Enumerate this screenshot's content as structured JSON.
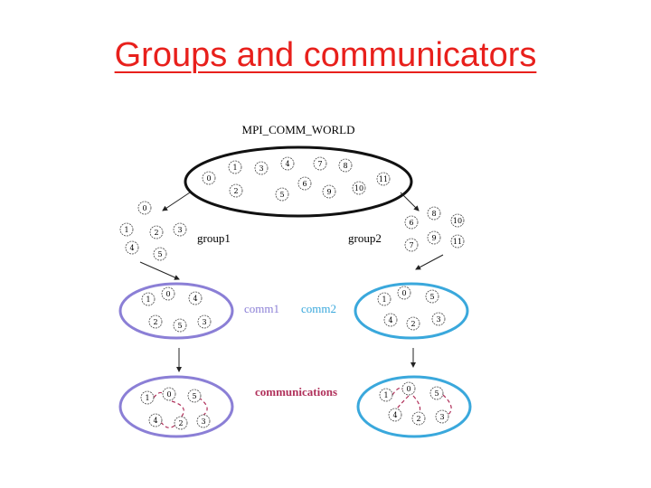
{
  "title": "Groups and communicators",
  "labels": {
    "world": "MPI_COMM_WORLD",
    "group1": "group1",
    "group2": "group2",
    "comm1": "comm1",
    "comm2": "comm2",
    "communications": "communications"
  },
  "colors": {
    "title": "#e8201c",
    "comm1": "#8b7fd6",
    "comm2": "#3aa8dc",
    "arc": "#b0305a"
  },
  "world_nodes": [
    "0",
    "1",
    "3",
    "4",
    "7",
    "8",
    "2",
    "5",
    "6",
    "9",
    "10",
    "11"
  ],
  "group1_nodes": [
    "0",
    "1",
    "2",
    "3",
    "4",
    "5"
  ],
  "group2_nodes": [
    "6",
    "8",
    "10",
    "7",
    "9",
    "11"
  ],
  "comm1_nodes": [
    "1",
    "0",
    "4",
    "2",
    "5",
    "3"
  ],
  "comm2_nodes": [
    "1",
    "0",
    "5",
    "4",
    "2",
    "3"
  ],
  "comm1_comm_nodes": [
    "1",
    "0",
    "5",
    "4",
    "2",
    "3"
  ],
  "comm2_comm_nodes": [
    "1",
    "0",
    "5",
    "4",
    "2",
    "3"
  ]
}
